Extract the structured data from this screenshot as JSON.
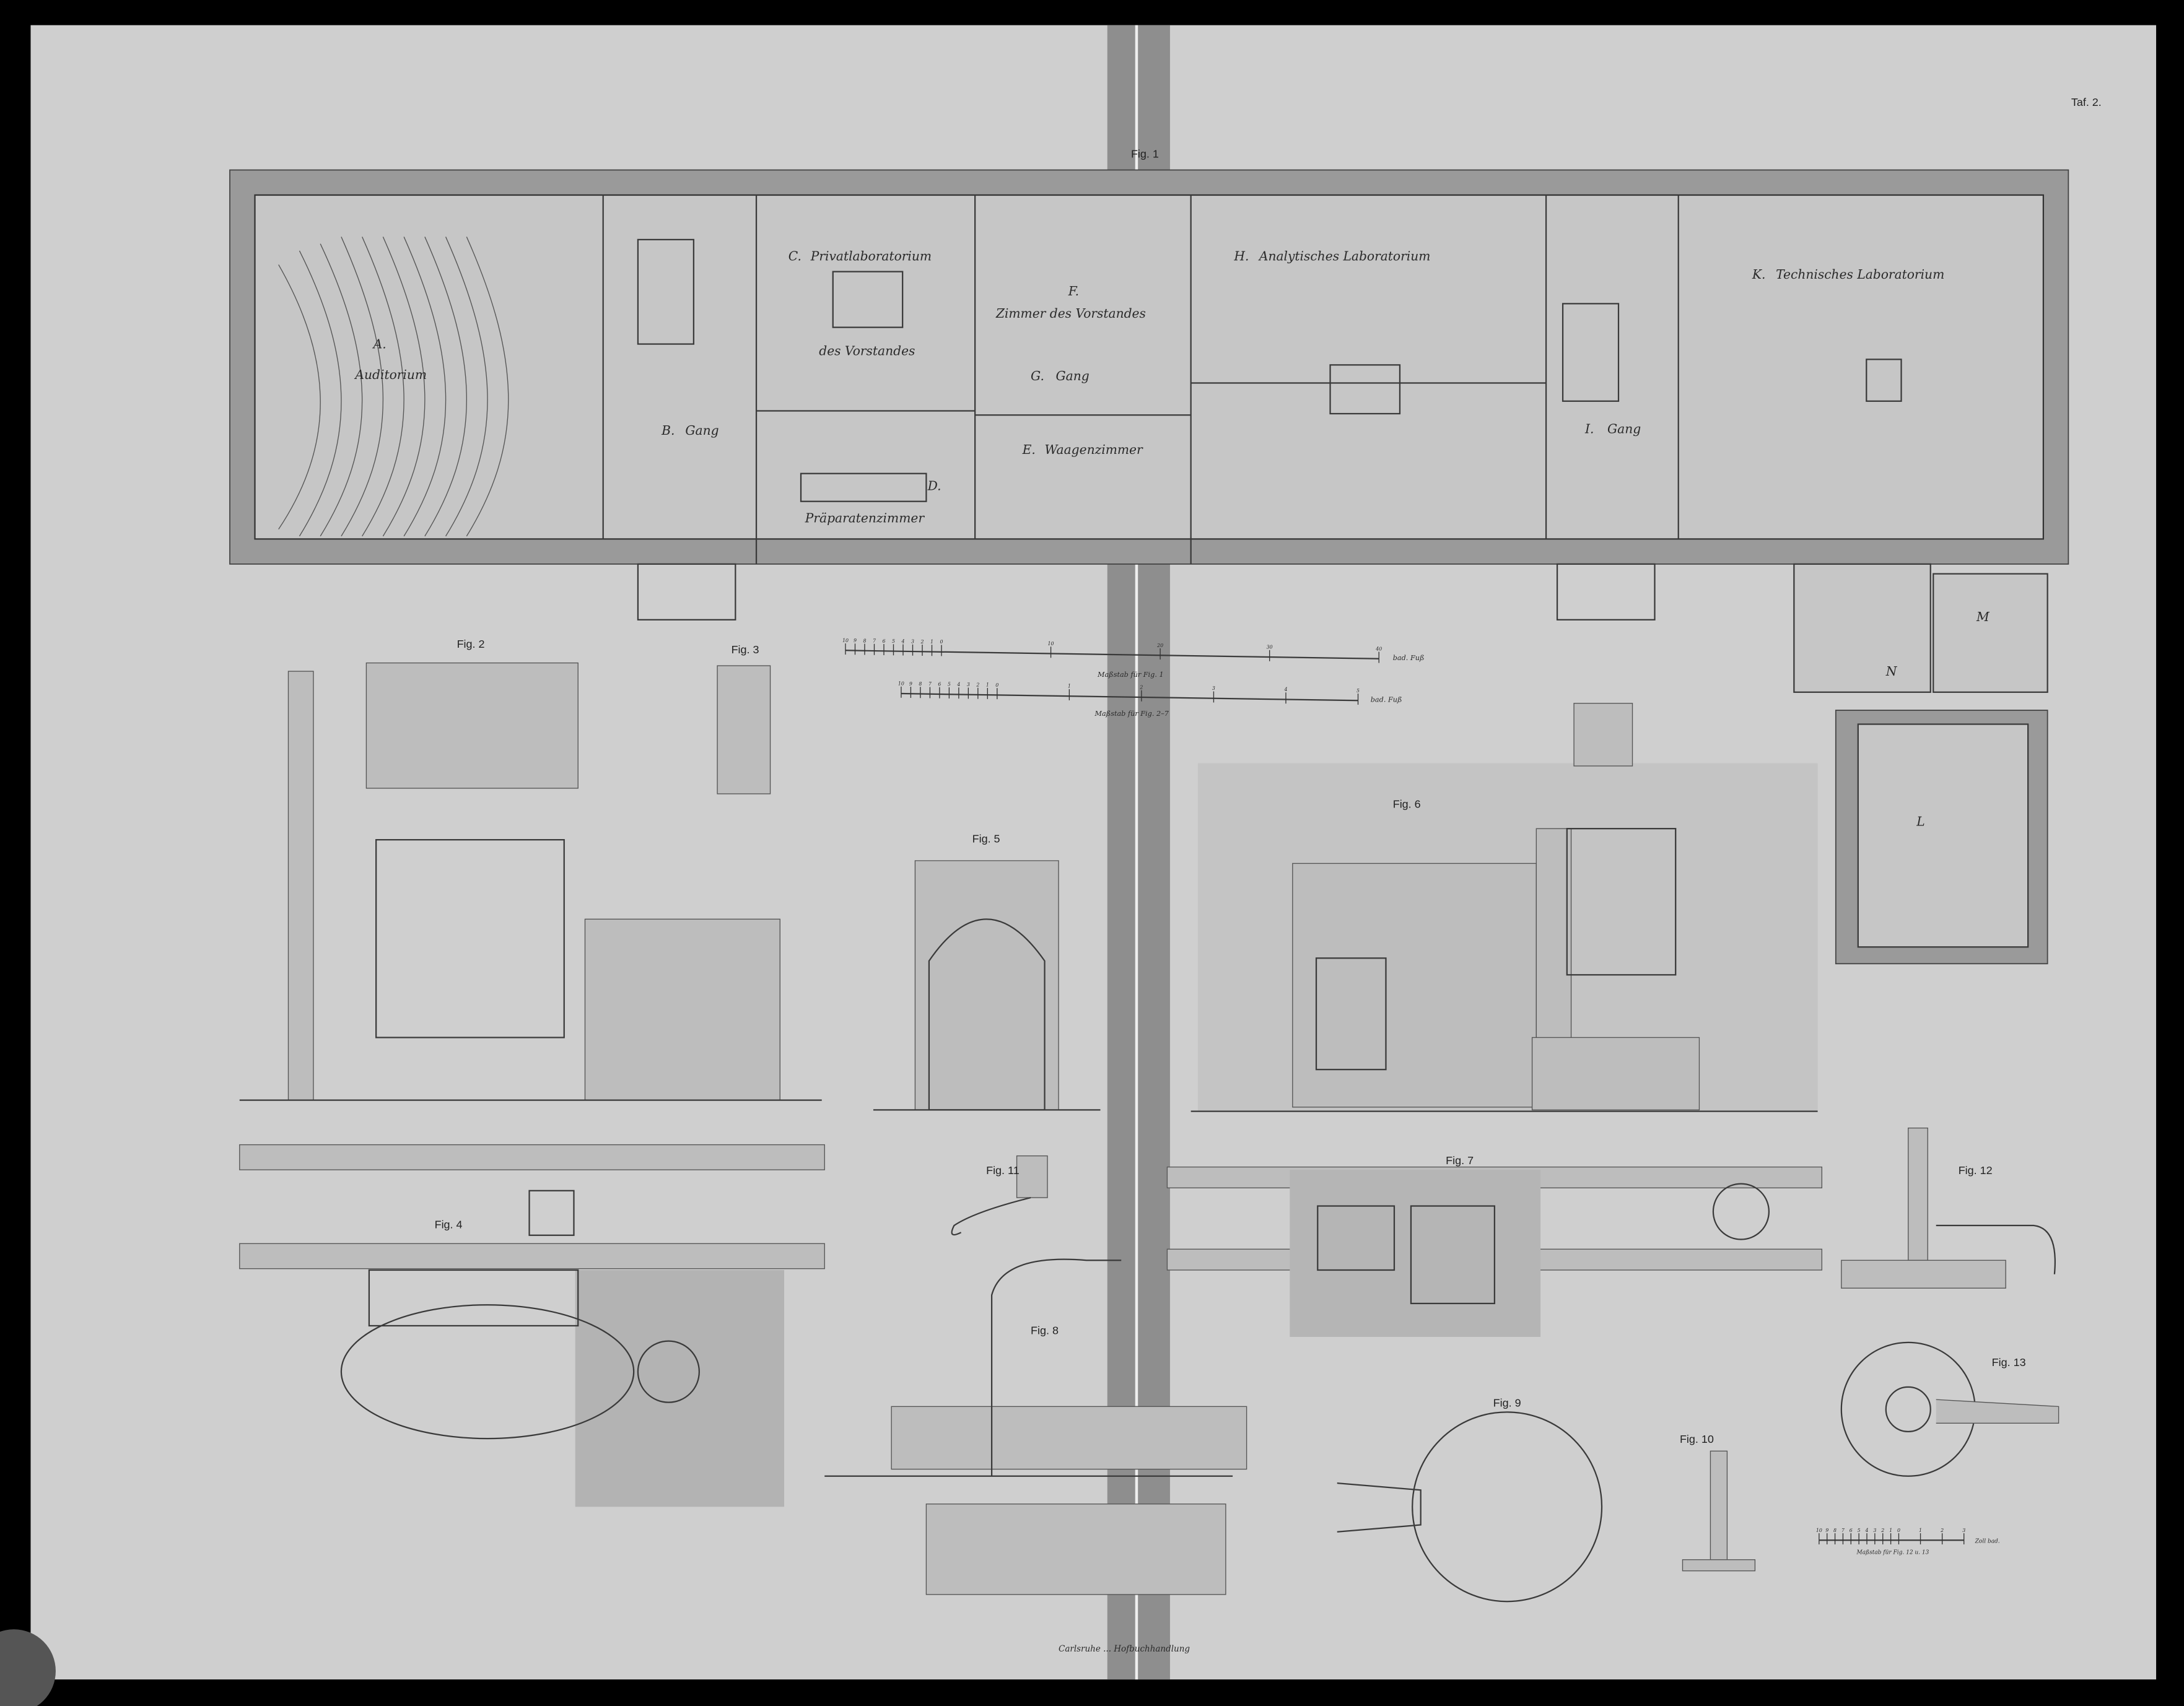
{
  "plate": {
    "label": "Taf. 2.",
    "imprint": "Carlsruhe ... Hofbuchhandlung"
  },
  "figures": [
    "Fig. 1",
    "Fig. 2",
    "Fig. 3",
    "Fig. 4",
    "Fig. 5",
    "Fig. 6",
    "Fig. 7",
    "Fig. 8",
    "Fig. 9",
    "Fig. 10",
    "Fig. 11",
    "Fig. 12",
    "Fig. 13"
  ],
  "rooms": {
    "a": {
      "letter": "A.",
      "name": "Auditorium"
    },
    "b": {
      "letter": "B.",
      "name": "Gang"
    },
    "c": {
      "letter": "C.",
      "name": "Privatlaboratorium",
      "name2": "des Vorstandes"
    },
    "d": {
      "letter": "D.",
      "name": "Präparatenzimmer"
    },
    "e": {
      "letter": "E.",
      "name": "Waagenzimmer"
    },
    "f": {
      "letter": "F.",
      "name": "Zimmer des Vorstandes"
    },
    "g": {
      "letter": "G.",
      "name": "Gang"
    },
    "h": {
      "letter": "H.",
      "name": "Analytisches Laboratorium"
    },
    "i": {
      "letter": "I.",
      "name": "Gang"
    },
    "k": {
      "letter": "K.",
      "name": "Technisches Laboratorium"
    },
    "l": {
      "letter": "L"
    },
    "m": {
      "letter": "M"
    },
    "n": {
      "letter": "N"
    }
  },
  "scales": [
    {
      "caption": "Maßstab für Fig. 1",
      "unit": "bad. Fuß",
      "ticks": [
        "10",
        "9",
        "8",
        "7",
        "6",
        "5",
        "4",
        "3",
        "2",
        "1",
        "0",
        "10",
        "20",
        "30",
        "40"
      ]
    },
    {
      "caption": "Maßstab für Fig. 2–7",
      "unit": "bad. Fuß",
      "ticks": [
        "10",
        "9",
        "8",
        "7",
        "6",
        "5",
        "4",
        "3",
        "2",
        "1",
        "0",
        "1",
        "2",
        "3",
        "4",
        "5"
      ]
    },
    {
      "caption": "Maßstab für Fig. 12 u. 13",
      "unit": "Zoll bad.",
      "ticks": [
        "10",
        "9",
        "8",
        "7",
        "6",
        "5",
        "4",
        "3",
        "2",
        "1",
        "0",
        "1",
        "2",
        "3"
      ]
    }
  ]
}
